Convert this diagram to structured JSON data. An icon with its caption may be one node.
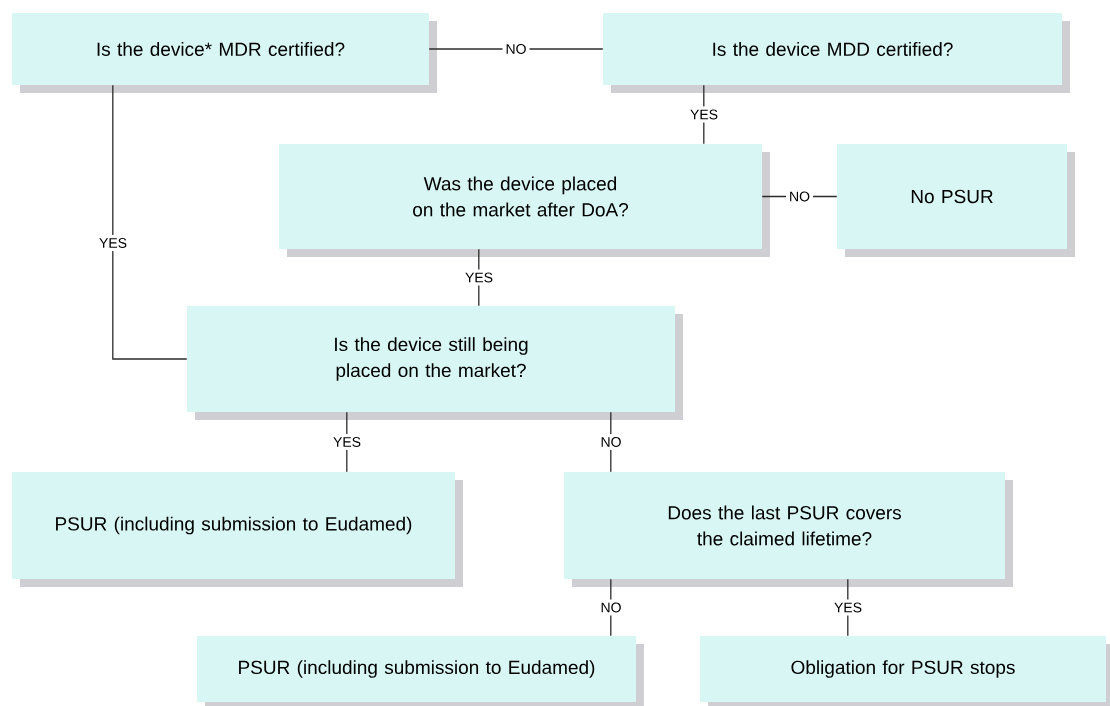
{
  "diagram": {
    "nodes": [
      {
        "text": [
          "Is the device* MDR certified?"
        ]
      },
      {
        "text": [
          "Is the device MDD certified?"
        ]
      },
      {
        "text": [
          "Was the device placed on the market after DoA?"
        ]
      },
      {
        "text": [
          "No PSUR"
        ]
      },
      {
        "text": [
          "Is the device still being placed on the market?"
        ]
      },
      {
        "text": [
          "PSUR (including submission to Eudamed)"
        ]
      },
      {
        "text": [
          "Does the last PSUR covers the claimed lifetime?"
        ]
      },
      {
        "text": [
          "PSUR (including submission to Eudamed)"
        ]
      },
      {
        "text": [
          "Obligation for PSUR stops"
        ]
      }
    ],
    "edges": [
      {
        "from": 0,
        "to": 1,
        "arrow": "none",
        "label": "NO"
      },
      {
        "from": 1,
        "to": 2,
        "arrow": "none",
        "label": "YES"
      },
      {
        "from": 2,
        "to": 3,
        "arrow": "none",
        "label": "NO"
      },
      {
        "from": 2,
        "to": 4,
        "arrow": "none",
        "label": "YES"
      },
      {
        "from": 0,
        "to": 4,
        "arrow": "none",
        "label": "YES"
      },
      {
        "from": 4,
        "to": 5,
        "arrow": "none",
        "label": "YES"
      },
      {
        "from": 4,
        "to": 6,
        "arrow": "none",
        "label": "NO"
      },
      {
        "from": 6,
        "to": 7,
        "arrow": "none",
        "label": "NO"
      },
      {
        "from": 6,
        "to": 8,
        "arrow": "none",
        "label": "YES"
      }
    ]
  }
}
